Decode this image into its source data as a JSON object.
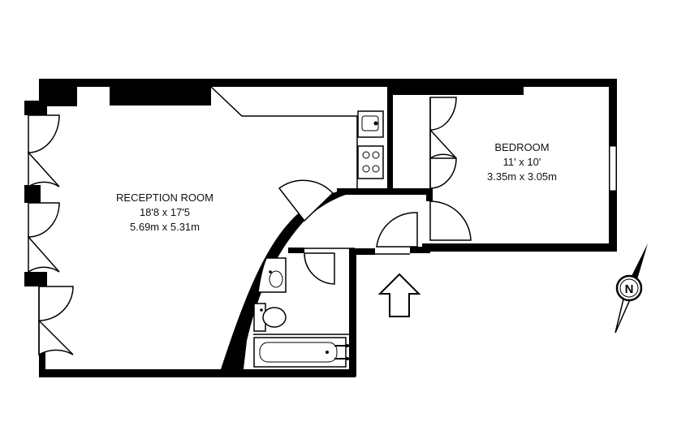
{
  "rooms": {
    "reception": {
      "name": "RECEPTION ROOM",
      "imperial": "18'8 x 17'5",
      "metric": "5.69m x 5.31m"
    },
    "bedroom": {
      "name": "BEDROOM",
      "imperial": "11' x 10'",
      "metric": "3.35m x 3.05m"
    }
  },
  "compass": {
    "letter": "N"
  },
  "colors": {
    "wall": "#000000",
    "background": "#ffffff"
  }
}
